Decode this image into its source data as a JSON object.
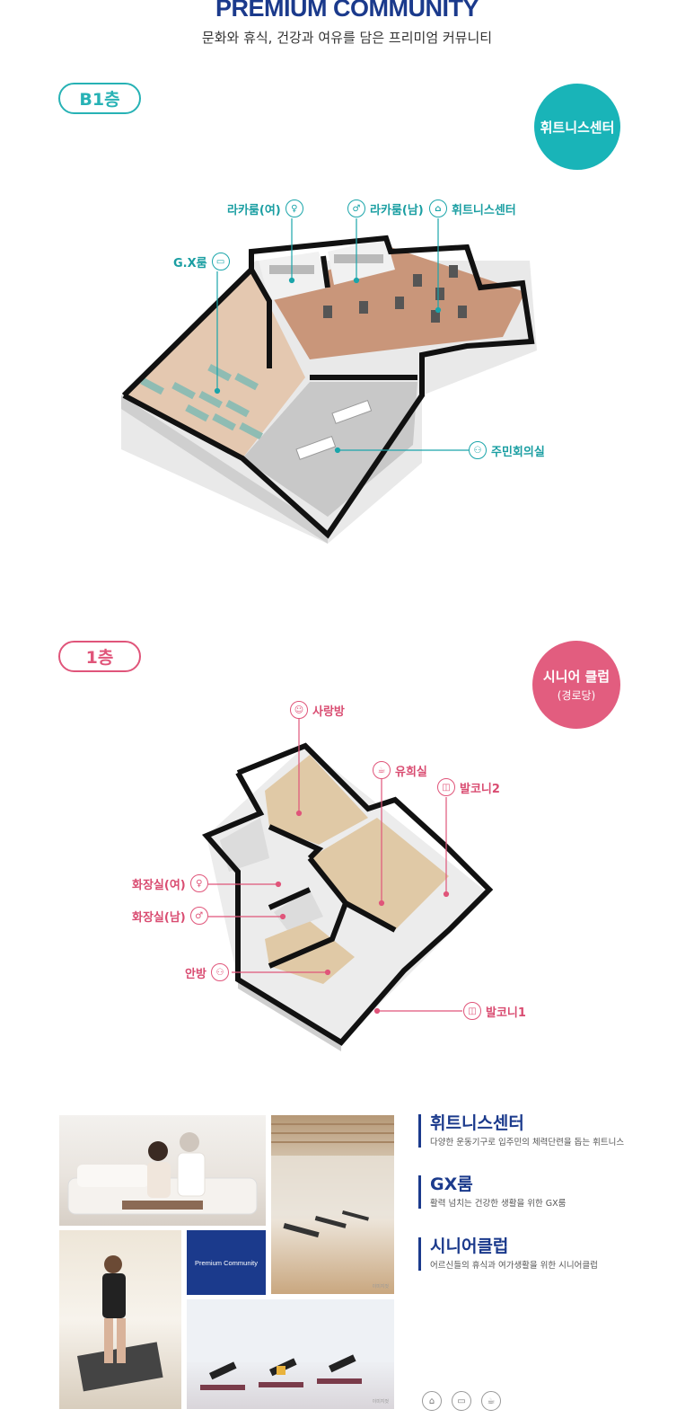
{
  "header": {
    "title": "PREMIUM COMMUNITY",
    "subtitle": "문화와 휴식, 건강과 여유를 담은 프리미엄 커뮤니티"
  },
  "b1": {
    "floor_label": "B1층",
    "badge": "휘트니스센터",
    "callouts": {
      "locker_f": "라카룸(여)",
      "locker_m": "라카룸(남)",
      "fitness": "휘트니스센터",
      "gx": "G.X룸",
      "meeting": "주민회의실"
    }
  },
  "f1": {
    "floor_label": "1층",
    "badge_title": "시니어 클럽",
    "badge_sub": "(경로당)",
    "callouts": {
      "sarang": "사랑방",
      "playroom": "유희실",
      "balcony2": "발코니2",
      "toilet_f": "화장실(여)",
      "toilet_m": "화장실(남)",
      "master": "안방",
      "balcony1": "발코니1"
    }
  },
  "gallery": {
    "brand_text": "Premium Community",
    "photo_note": "이미지컷",
    "items": [
      {
        "title": "휘트니스센터",
        "desc": "다양한 운동기구로 입주민의 체력단련을 돕는 휘트니스"
      },
      {
        "title": "GX룸",
        "desc": "활력 넘치는 건강한 생활을 위한 GX룸"
      },
      {
        "title": "시니어클럽",
        "desc": "어르신들의 휴식과 여가생활을 위한 시니어클럽"
      }
    ]
  },
  "colors": {
    "navy": "#1b3a8c",
    "teal": "#19b4b8",
    "pink": "#e25d7f"
  }
}
